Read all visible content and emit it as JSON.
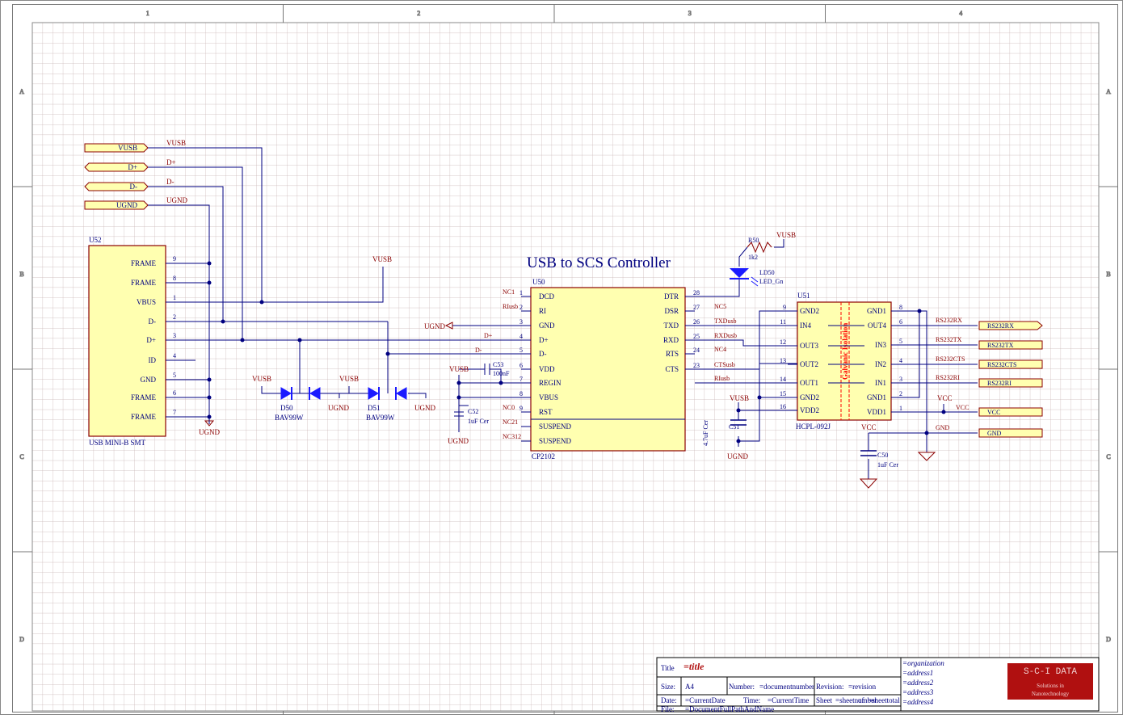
{
  "title": "USB to SCS Controller",
  "border": {
    "columns": [
      "1",
      "2",
      "3",
      "4"
    ],
    "rows": [
      "A",
      "B",
      "C",
      "D"
    ]
  },
  "ports": [
    {
      "label": "VUSB",
      "net": "VUSB"
    },
    {
      "label": "D+",
      "net": "D+"
    },
    {
      "label": "D-",
      "net": "D-"
    },
    {
      "label": "UGND",
      "net": "UGND"
    }
  ],
  "u52": {
    "ref": "U52",
    "name": "USB MINI-B SMT",
    "pins": [
      {
        "name": "FRAME",
        "num": "9"
      },
      {
        "name": "FRAME",
        "num": "8"
      },
      {
        "name": "VBUS",
        "num": "1"
      },
      {
        "name": "D-",
        "num": "2"
      },
      {
        "name": "D+",
        "num": "3"
      },
      {
        "name": "ID",
        "num": "4"
      },
      {
        "name": "GND",
        "num": "5"
      },
      {
        "name": "FRAME",
        "num": "6"
      },
      {
        "name": "FRAME",
        "num": "7"
      }
    ],
    "gnd_label": "UGND"
  },
  "u50": {
    "ref": "U50",
    "name": "CP2102",
    "left_pins": [
      {
        "name": "DCD",
        "num": "1",
        "net": "NC1"
      },
      {
        "name": "RI",
        "num": "2",
        "net": "RIusb"
      },
      {
        "name": "GND",
        "num": "3",
        "net": "UGND"
      },
      {
        "name": "D+",
        "num": "4",
        "net": "D+"
      },
      {
        "name": "D-",
        "num": "5",
        "net": "D-"
      },
      {
        "name": "VDD",
        "num": "6",
        "net": ""
      },
      {
        "name": "REGIN",
        "num": "7",
        "net": ""
      },
      {
        "name": "VBUS",
        "num": "8",
        "net": ""
      },
      {
        "name": "RST",
        "num": "9",
        "net": "NC0"
      },
      {
        "name": "SUSPEND",
        "num": "",
        "net": "NC21"
      },
      {
        "name": "SUSPEND",
        "num": "",
        "net": "NC312"
      }
    ],
    "right_pins": [
      {
        "name": "DTR",
        "num": "28",
        "net": ""
      },
      {
        "name": "DSR",
        "num": "27",
        "net": "NC5"
      },
      {
        "name": "TXD",
        "num": "26",
        "net": "TXDusb"
      },
      {
        "name": "RXD",
        "num": "25",
        "net": "RXDusb"
      },
      {
        "name": "RTS",
        "num": "24",
        "net": "NC4"
      },
      {
        "name": "CTS",
        "num": "23",
        "net": "CTSusb"
      }
    ],
    "extra_net": "RIusb"
  },
  "u51": {
    "ref": "U51",
    "name": "HCPL-092J",
    "iso_label": "Galvanic Isolation",
    "left_pins": [
      {
        "name": "GND2",
        "num": "9"
      },
      {
        "name": "IN4",
        "num": "11"
      },
      {
        "name": "OUT3",
        "num": "12"
      },
      {
        "name": "OUT2",
        "num": "13"
      },
      {
        "name": "OUT1",
        "num": "14"
      },
      {
        "name": "GND2",
        "num": "15"
      },
      {
        "name": "VDD2",
        "num": "16"
      }
    ],
    "right_pins": [
      {
        "name": "GND1",
        "num": "8"
      },
      {
        "name": "OUT4",
        "num": "6"
      },
      {
        "name": "IN3",
        "num": "5"
      },
      {
        "name": "IN2",
        "num": "4"
      },
      {
        "name": "IN1",
        "num": "3"
      },
      {
        "name": "GND1",
        "num": "2"
      },
      {
        "name": "VDD1",
        "num": "1"
      }
    ]
  },
  "rs_ports": [
    {
      "net": "RS232RX",
      "label": "RS232RX"
    },
    {
      "net": "RS232TX",
      "label": "RS232TX"
    },
    {
      "net": "RS232CTS",
      "label": "RS232CTS"
    },
    {
      "net": "RS232RI",
      "label": "RS232RI"
    },
    {
      "net": "VCC",
      "label": "VCC"
    },
    {
      "net": "GND",
      "label": "GND"
    }
  ],
  "parts": {
    "r50": {
      "ref": "R50",
      "value": "1k2"
    },
    "ld50": {
      "ref": "LD50",
      "value": "LED_Gn"
    },
    "d50": {
      "ref": "D50",
      "value": "BAV99W"
    },
    "d51": {
      "ref": "D51",
      "value": "BAV99W"
    },
    "c52": {
      "ref": "C52",
      "value": "1uF Cer"
    },
    "c53": {
      "ref": "C53",
      "value": "100nF"
    },
    "c51": {
      "ref": "C51",
      "value": "4.7uF Cer"
    },
    "c50": {
      "ref": "C50",
      "value": "1uF Cer"
    }
  },
  "power": {
    "vusb": "VUSB",
    "ugnd": "UGND",
    "vcc": "VCC"
  },
  "title_block": {
    "title_label": "Title",
    "title_value": "=title",
    "size_label": "Size:",
    "size_value": "A4",
    "number_label": "Number:",
    "number_value": "=documentnumber",
    "revision_label": "Revision:",
    "revision_value": "=revision",
    "date_label": "Date:",
    "date_value": "=CurrentDate",
    "time_label": "Time:",
    "time_value": "=CurrentTime",
    "sheet_label": "Sheet",
    "sheet_value": "=sheetnumber",
    "of_label": "of",
    "sheet_total": "=sheettotal",
    "file_label": "File:",
    "file_value": "=DocumentFullPathAndName",
    "org": [
      "=organization",
      "=address1",
      "=address2",
      "=address3",
      "=address4"
    ],
    "logo_main": "S-C-I DATA",
    "logo_sub1": "Solutions in",
    "logo_sub2": "Nanotechnology"
  },
  "colors": {
    "wire": "#000080",
    "part_fill": "#ffffb0",
    "part_stroke": "#8b0000",
    "net_label": "#8b0000",
    "diode": "#1a1aff",
    "iso": "#ff0000",
    "grid": "#c8b4b4",
    "logo_bg": "#b01010"
  }
}
